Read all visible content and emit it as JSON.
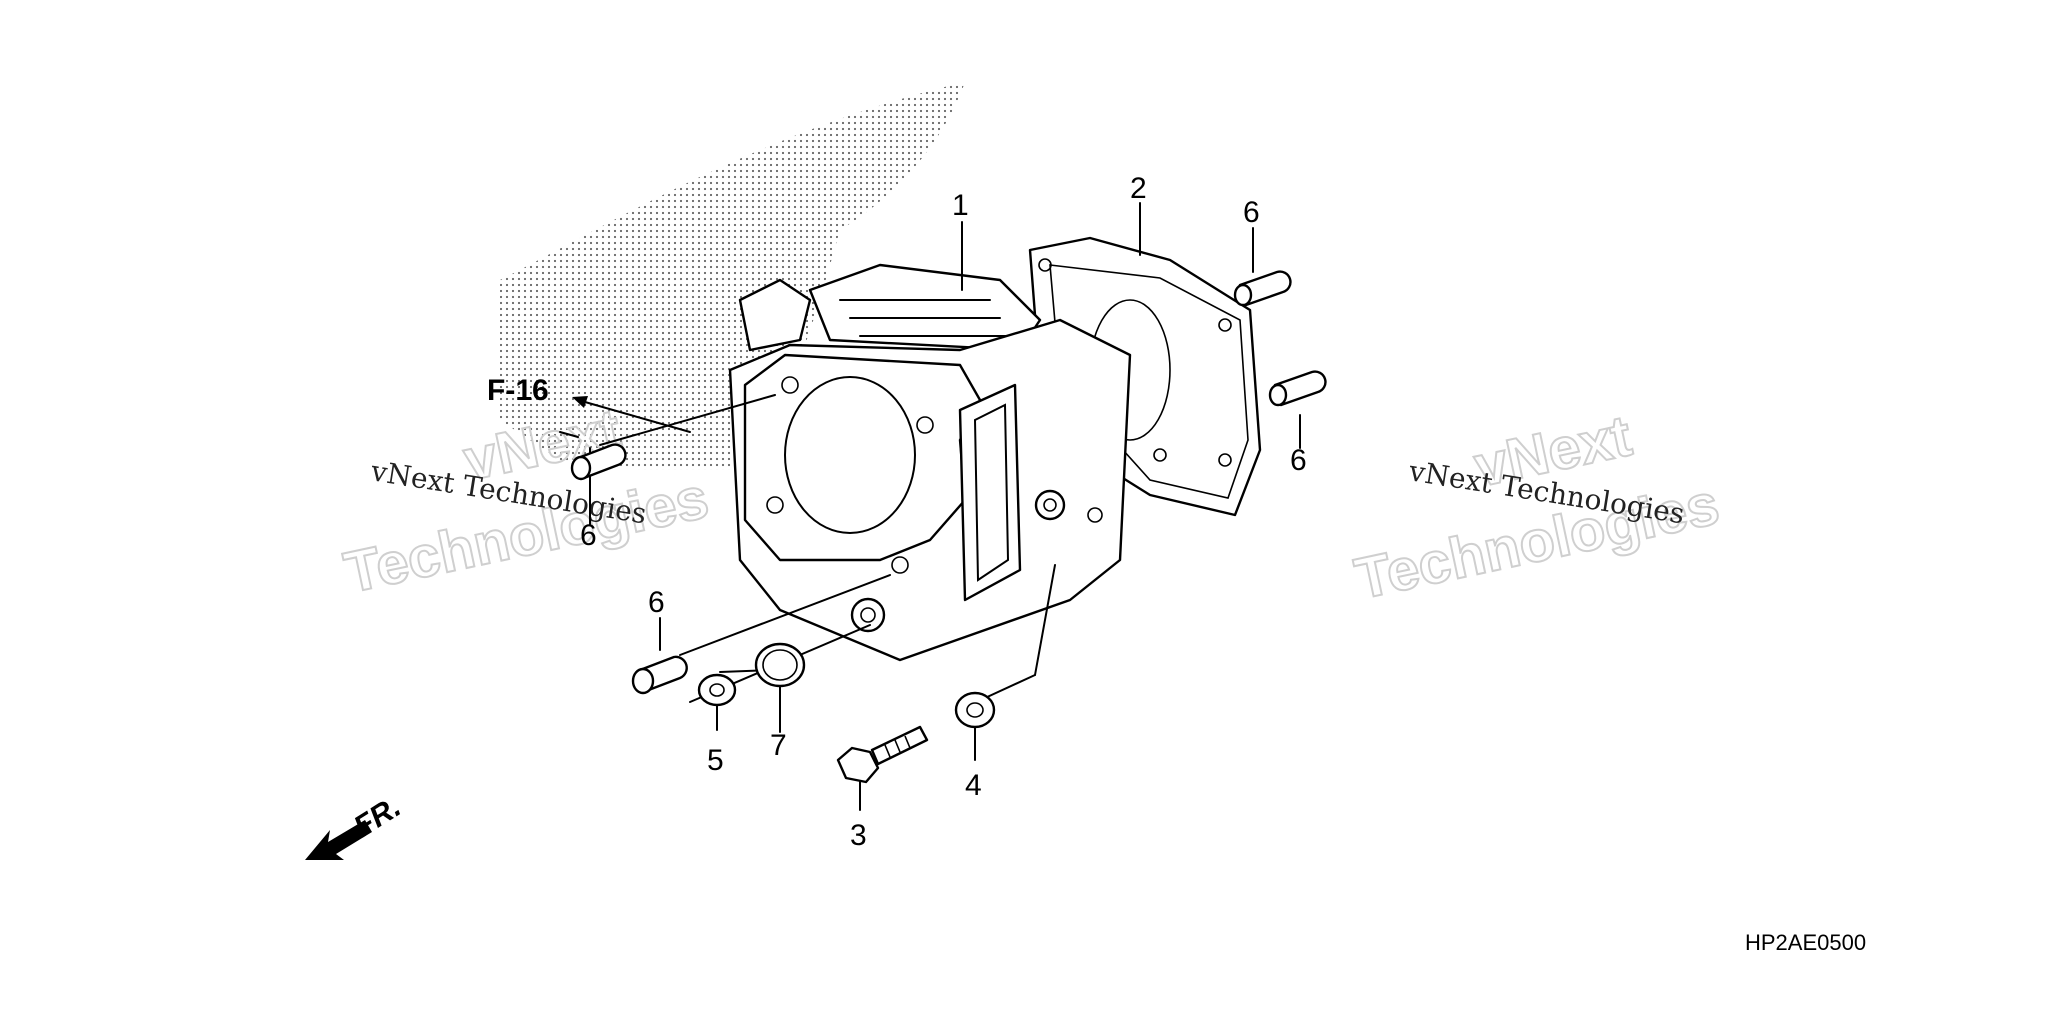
{
  "diagram": {
    "callouts": [
      {
        "id": "c1",
        "label": "1"
      },
      {
        "id": "c2",
        "label": "2"
      },
      {
        "id": "c3",
        "label": "3"
      },
      {
        "id": "c4",
        "label": "4"
      },
      {
        "id": "c5",
        "label": "5"
      },
      {
        "id": "c6a",
        "label": "6"
      },
      {
        "id": "c6b",
        "label": "6"
      },
      {
        "id": "c6c",
        "label": "6"
      },
      {
        "id": "c6d",
        "label": "6"
      },
      {
        "id": "c7",
        "label": "7"
      }
    ],
    "reference_label": "F-16",
    "direction_label": "FR.",
    "diagram_code": "HP2AE0500"
  },
  "watermarks": [
    {
      "small": "vNext Technologies",
      "big_line1": "vNext",
      "big_line2": "Technologies"
    },
    {
      "small": "vNext Technologies",
      "big_line1": "vNext",
      "big_line2": "Technologies"
    }
  ]
}
